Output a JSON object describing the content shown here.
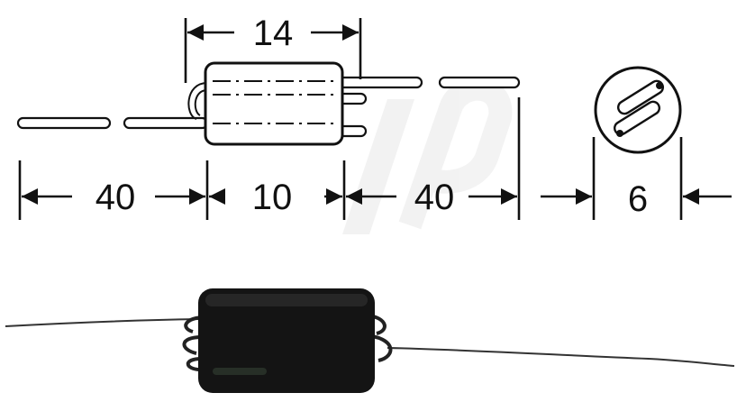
{
  "dimensions": {
    "body_length": "14",
    "left_lead": "40",
    "core_length": "10",
    "right_lead": "40",
    "diameter": "6"
  }
}
